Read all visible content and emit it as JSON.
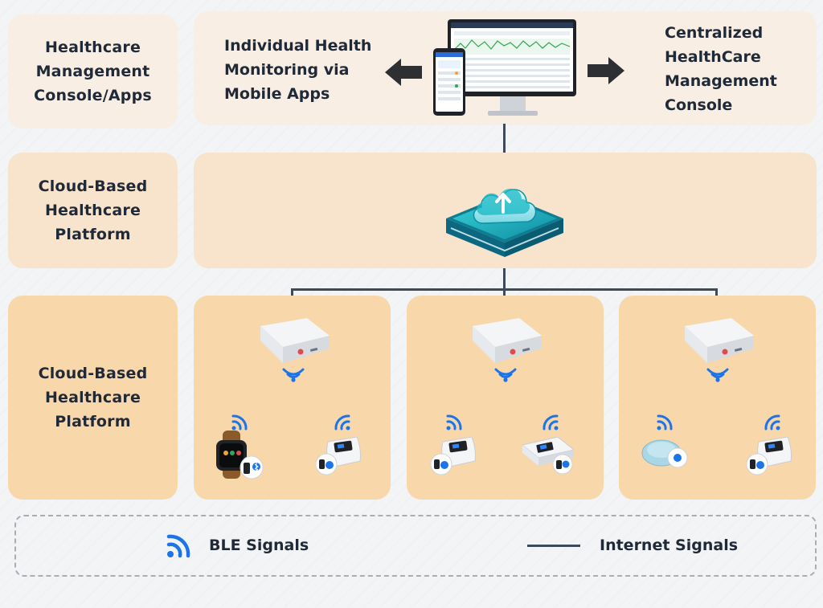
{
  "tiers": {
    "top_label": "Healthcare Management Console/Apps",
    "middle_label": "Cloud-Based Healthcare Platform",
    "bottom_label": "Cloud-Based Healthcare Platform"
  },
  "top_panel": {
    "mobile_text": "Individual Health Monitoring via Mobile Apps",
    "console_text": "Centralized HealthCare Management Console"
  },
  "legend": {
    "ble_label": "BLE Signals",
    "internet_label": "Internet Signals"
  },
  "colors": {
    "tier_top": "#f9ece0",
    "tier_middle": "#f8e2c8",
    "tier_bottom": "#f8d6a8",
    "ble_blue": "#1b74e8",
    "internet_line": "#3e4a5c",
    "cloud_teal": "#14b8c4"
  },
  "icons": {
    "left_arrow": "left-arrow-icon",
    "right_arrow": "right-arrow-icon",
    "cloud": "cloud-upload-icon",
    "gateway": "gateway-device-icon",
    "ble": "ble-signal-icon",
    "bluetooth": "bluetooth-icon"
  }
}
